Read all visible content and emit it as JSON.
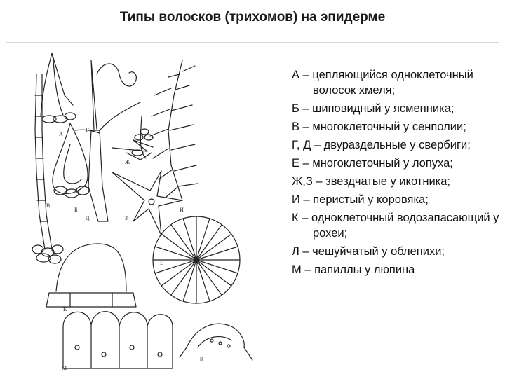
{
  "title": "Типы волосков (трихомов) на эпидерме",
  "legend": [
    "А – цепляющийся одноклеточный волосок хмеля;",
    "Б – шиповидный у ясменника;",
    "В – многоклеточный у сенполии;",
    "Г, Д – двураздельные у свербиги;",
    "Е – многоклеточный у лопуха;",
    "Ж,З – звездчатые у икотника;",
    "И – перистый у коровяка;",
    "К – одноклеточный водозапасающий у рохеи;",
    "Л – чешуйчатый у облепихи;",
    "М – папиллы у люпина"
  ],
  "figure_labels": {
    "a": "А",
    "b": "Б",
    "v": "В",
    "g": "Г",
    "d": "Д",
    "e": "Е",
    "zh": "Ж",
    "z": "З",
    "i": "И",
    "k": "К",
    "l": "Л",
    "m": "М"
  }
}
